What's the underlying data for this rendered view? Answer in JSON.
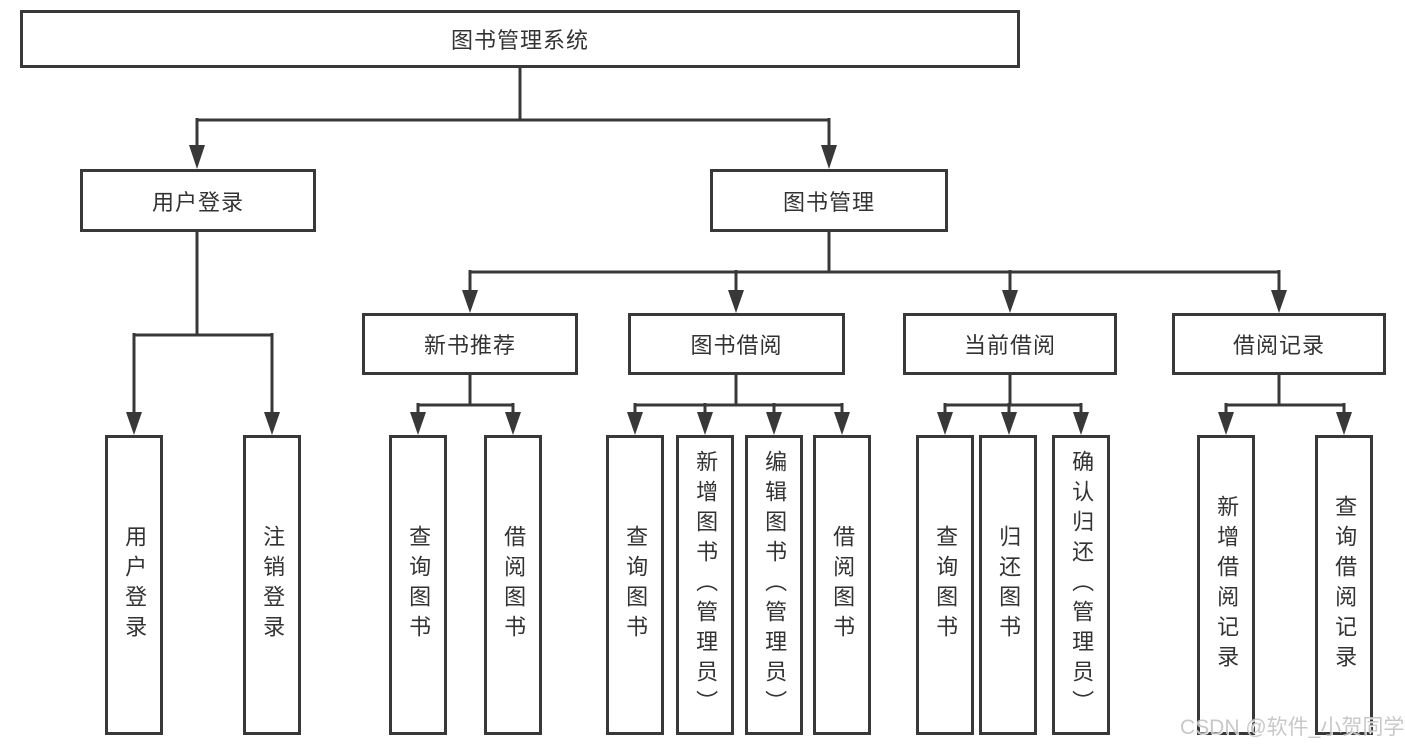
{
  "diagram": {
    "type": "tree",
    "root": {
      "label": "图书管理系统",
      "children": [
        {
          "label": "用户登录",
          "children": [
            {
              "label": "用户登录"
            },
            {
              "label": "注销登录"
            }
          ]
        },
        {
          "label": "图书管理",
          "children": [
            {
              "label": "新书推荐",
              "children": [
                {
                  "label": "查询图书"
                },
                {
                  "label": "借阅图书"
                }
              ]
            },
            {
              "label": "图书借阅",
              "children": [
                {
                  "label": "查询图书"
                },
                {
                  "label": "新增图书（管理员）"
                },
                {
                  "label": "编辑图书（管理员）"
                },
                {
                  "label": "借阅图书"
                }
              ]
            },
            {
              "label": "当前借阅",
              "children": [
                {
                  "label": "查询图书"
                },
                {
                  "label": "归还图书"
                },
                {
                  "label": "确认归还（管理员）"
                }
              ]
            },
            {
              "label": "借阅记录",
              "children": [
                {
                  "label": "新增借阅记录"
                },
                {
                  "label": "查询借阅记录"
                }
              ]
            }
          ]
        }
      ]
    }
  },
  "watermark": {
    "text": "CSDN @软件_小贺同学"
  },
  "colors": {
    "line": "#383838",
    "box_border": "#383838",
    "text": "#333333",
    "watermark": "#c3c3c3",
    "background": "#ffffff"
  }
}
